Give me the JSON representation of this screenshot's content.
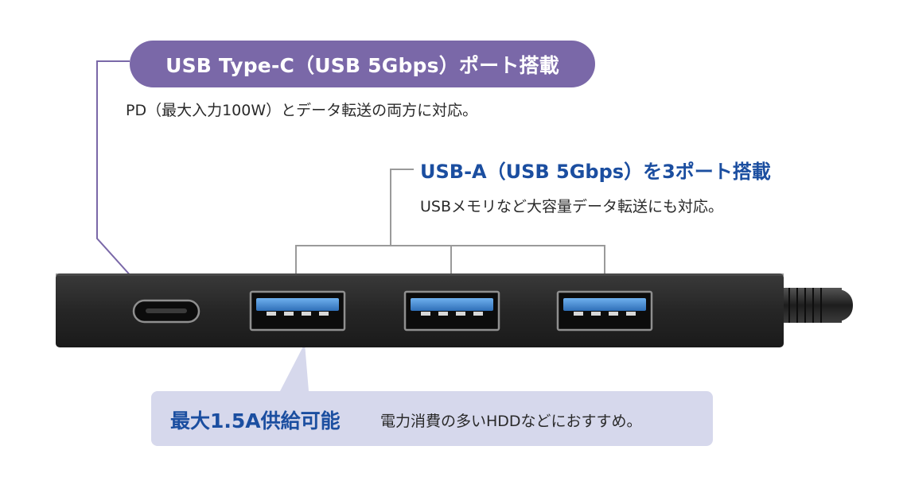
{
  "typec": {
    "title": "USB Type-C（USB 5Gbps）ポート搭載",
    "description": "PD（最大入力100W）とデータ転送の両方に対応。"
  },
  "usba": {
    "title": "USB-A（USB 5Gbps）を3ポート搭載",
    "description": "USBメモリなど大容量データ転送にも対応。"
  },
  "power": {
    "title": "最大1.5A供給可能",
    "description": "電力消費の多いHDDなどにおすすめ。"
  },
  "colors": {
    "purple": "#7a68a8",
    "blue": "#1b4ea0",
    "callout_bg": "#d6d8ec",
    "usb_blue": "#4a90d9",
    "device": "#2b2b2b"
  }
}
